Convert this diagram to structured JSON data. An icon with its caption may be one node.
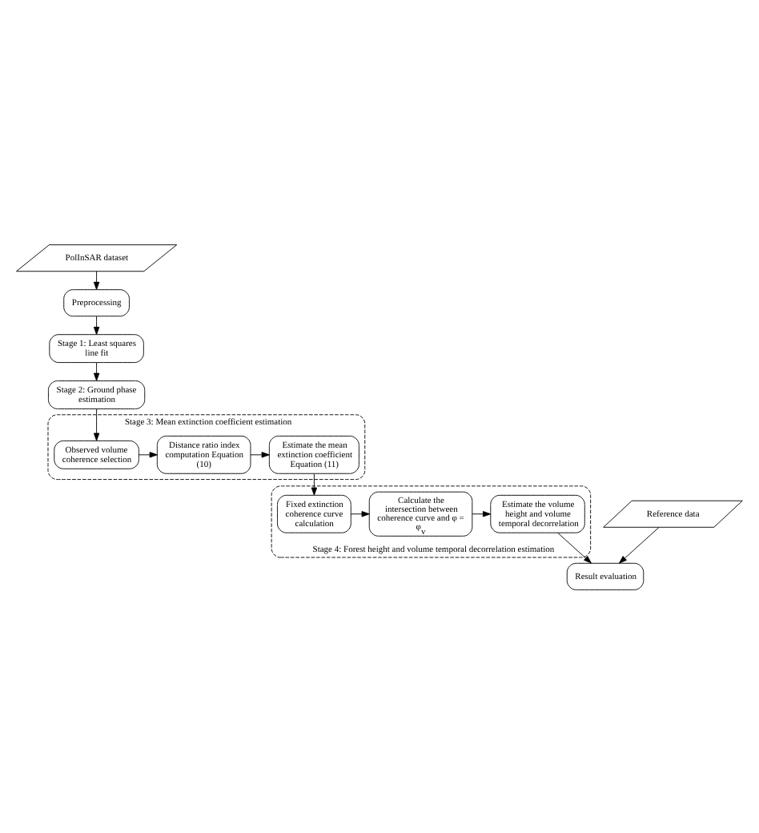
{
  "diagram": {
    "nodes": [
      {
        "text": [
          "PolInSAR dataset"
        ]
      },
      {
        "text": [
          "Preprocessing"
        ]
      },
      {
        "text": [
          "Stage 1: Least squares line fit"
        ]
      },
      {
        "text": [
          "Stage 2: Ground phase estimation"
        ]
      },
      {
        "text": [
          "Stage 3: Mean extinction coefficient estimation"
        ]
      },
      {
        "text": [
          "Observed volume coherence selection"
        ],
        "in": 4
      },
      {
        "text": [
          "Distance ratio index computation Equation (10)"
        ],
        "in": 4
      },
      {
        "text": [
          "Estimate the mean extinction coefficient Equation (11)"
        ],
        "in": 4
      },
      {
        "text": [
          "Stage 4: Forest height and volume temporal decorrelation estimation"
        ]
      },
      {
        "text": [
          "Fixed extinction coherence curve calculation"
        ],
        "in": 8
      },
      {
        "text": [
          "Calculate the intersection between coherence curve and φ = φ$_{v}$"
        ],
        "in": 8
      },
      {
        "text": [
          "Estimate the volume height and volume temporal decorrelation"
        ],
        "in": 8
      },
      {
        "text": [
          "Reference data"
        ]
      },
      {
        "text": [
          "Result evaluation"
        ]
      }
    ],
    "edges": [
      {
        "from": 0,
        "to": 1,
        "arrow": "to"
      },
      {
        "from": 1,
        "to": 2,
        "arrow": "to"
      },
      {
        "from": 2,
        "to": 3,
        "arrow": "to"
      },
      {
        "from": 3,
        "to": 5,
        "arrow": "to"
      },
      {
        "from": 5,
        "to": 6,
        "arrow": "to"
      },
      {
        "from": 6,
        "to": 7,
        "arrow": "to"
      },
      {
        "from": 7,
        "to": 9,
        "arrow": "to"
      },
      {
        "from": 9,
        "to": 10,
        "arrow": "to"
      },
      {
        "from": 10,
        "to": 11,
        "arrow": "to"
      },
      {
        "from": 11,
        "to": 13,
        "arrow": "to"
      },
      {
        "from": 12,
        "to": 13,
        "arrow": "to"
      }
    ]
  }
}
